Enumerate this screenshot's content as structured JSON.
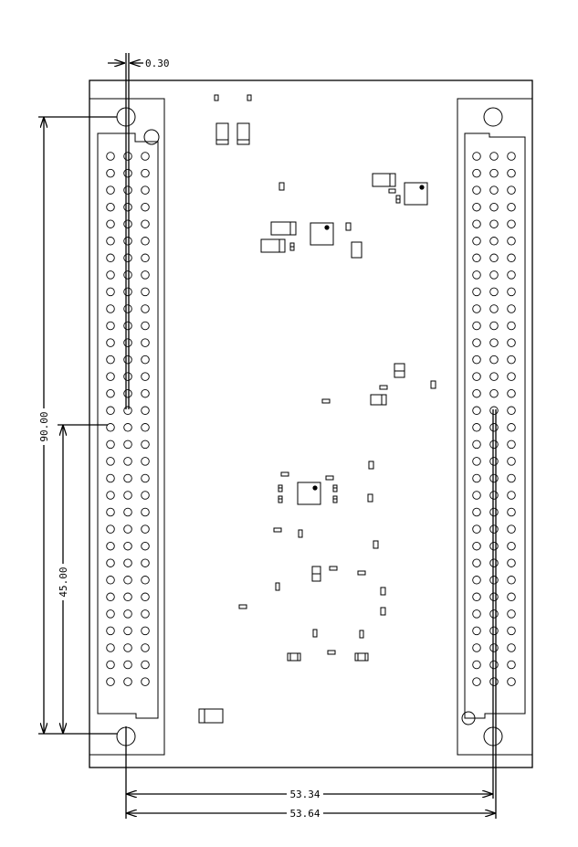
{
  "dimensions": {
    "offset_top": "0.30",
    "height_total": "90.00",
    "height_half": "45.00",
    "width_inner": "53.34",
    "width_outer": "53.64"
  },
  "connectors": {
    "left_rows": 32,
    "right_rows": 32,
    "columns": 3
  }
}
